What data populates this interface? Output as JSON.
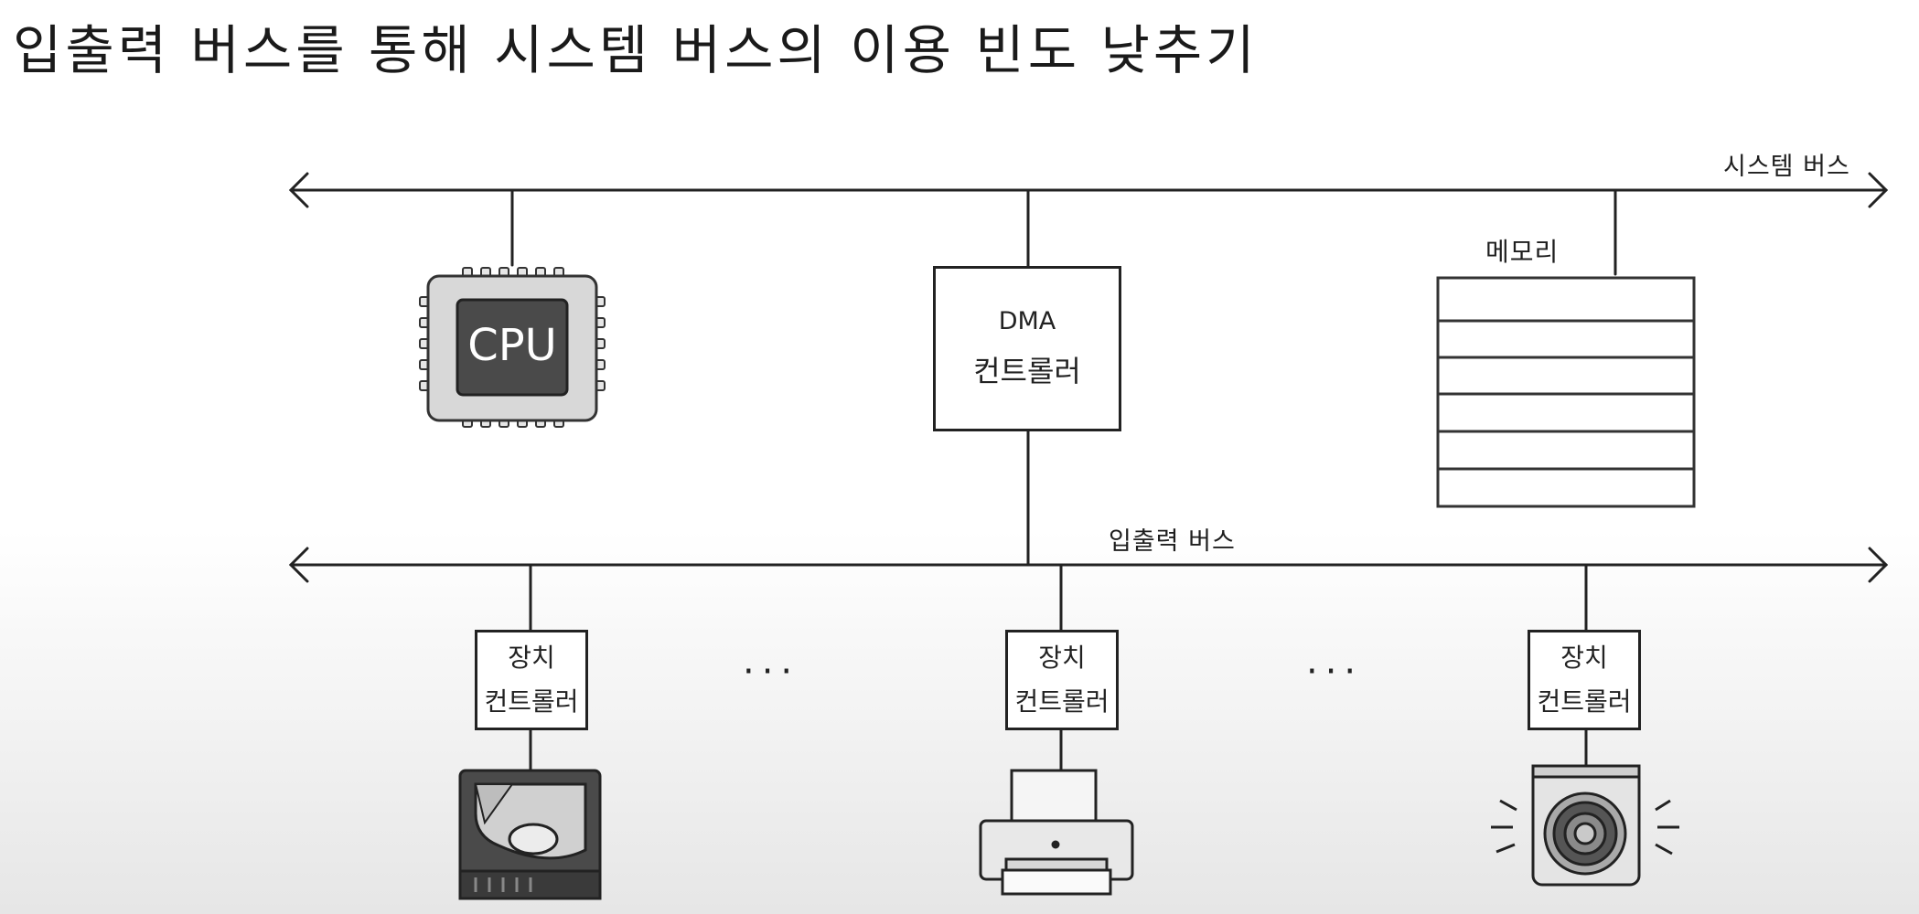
{
  "title": "입출력 버스를 통해 시스템 버스의 이용 빈도 낮추기",
  "buses": {
    "system": "시스템 버스",
    "io": "입출력 버스"
  },
  "cpu": {
    "label": "CPU"
  },
  "dma": {
    "line1": "DMA",
    "line2": "컨트롤러"
  },
  "memory": {
    "label": "메모리"
  },
  "device_controllers": [
    {
      "line1": "장치",
      "line2": "컨트롤러",
      "device_icon": "hard-disk-icon"
    },
    {
      "line1": "장치",
      "line2": "컨트롤러",
      "device_icon": "printer-icon"
    },
    {
      "line1": "장치",
      "line2": "컨트롤러",
      "device_icon": "speaker-icon"
    }
  ],
  "ellipsis": [
    "···",
    "···"
  ],
  "colors": {
    "line": "#222222",
    "cpu_body": "#d8d8d8",
    "cpu_die": "#4a4a4a"
  }
}
